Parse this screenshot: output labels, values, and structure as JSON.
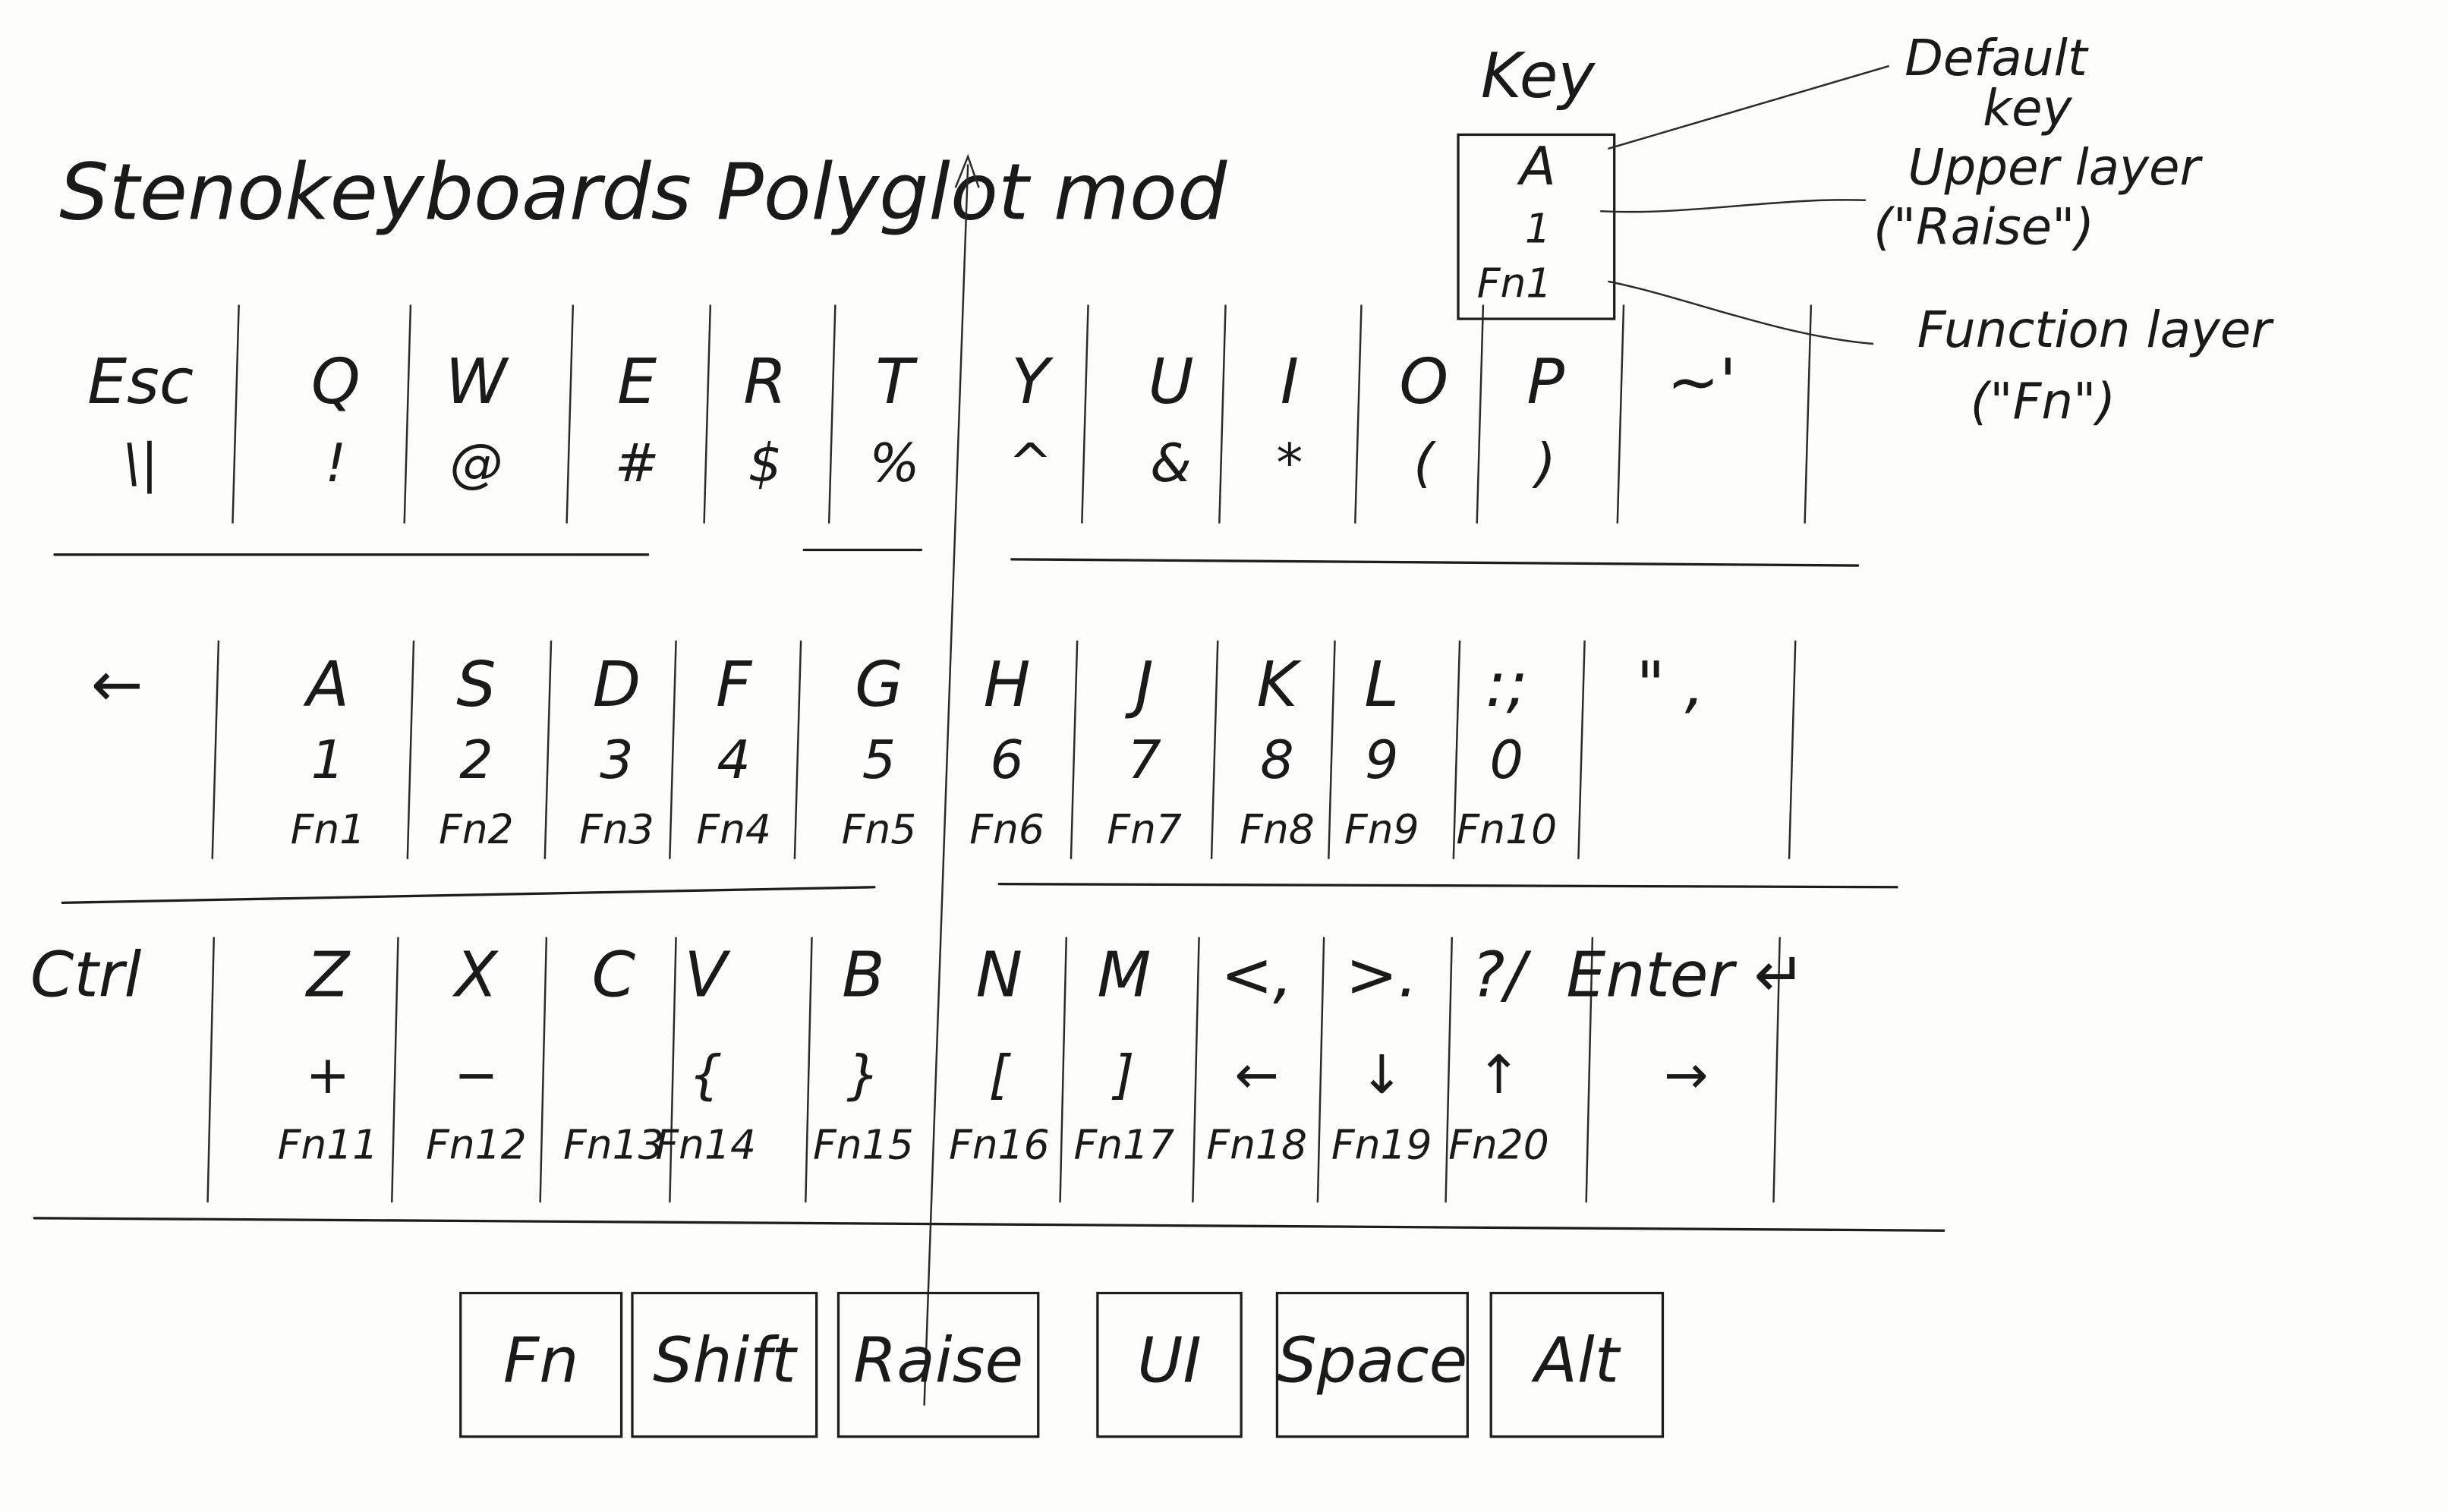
{
  "title": "Stenokeyboards Polyglot mod",
  "legend": {
    "heading": "Key",
    "sample": [
      "A",
      "1",
      "Fn1"
    ],
    "default_label": "Default",
    "default_label2": "key",
    "raise_label": "Upper layer",
    "raise_label2": "(\"Raise\")",
    "fn_label": "Function layer",
    "fn_label2": "(\"Fn\")"
  },
  "row1": [
    {
      "main": "Esc",
      "raise": "\\|"
    },
    {
      "main": "Q",
      "raise": "!"
    },
    {
      "main": "W",
      "raise": "@"
    },
    {
      "main": "E",
      "raise": "#"
    },
    {
      "main": "R",
      "raise": "$"
    },
    {
      "main": "T",
      "raise": "%"
    },
    {
      "main": "Y",
      "raise": "^"
    },
    {
      "main": "U",
      "raise": "&"
    },
    {
      "main": "I",
      "raise": "*"
    },
    {
      "main": "O",
      "raise": "("
    },
    {
      "main": "P",
      "raise": ")"
    },
    {
      "main": "~'",
      "raise": ""
    }
  ],
  "row2": [
    {
      "main": "←",
      "raise": "",
      "fn": ""
    },
    {
      "main": "A",
      "raise": "1",
      "fn": "Fn1"
    },
    {
      "main": "S",
      "raise": "2",
      "fn": "Fn2"
    },
    {
      "main": "D",
      "raise": "3",
      "fn": "Fn3"
    },
    {
      "main": "F",
      "raise": "4",
      "fn": "Fn4"
    },
    {
      "main": "G",
      "raise": "5",
      "fn": "Fn5"
    },
    {
      "main": "H",
      "raise": "6",
      "fn": "Fn6"
    },
    {
      "main": "J",
      "raise": "7",
      "fn": "Fn7"
    },
    {
      "main": "K",
      "raise": "8",
      "fn": "Fn8"
    },
    {
      "main": "L",
      "raise": "9",
      "fn": "Fn9"
    },
    {
      "main": ":;",
      "raise": "0",
      "fn": "Fn10"
    },
    {
      "main": "\" ,",
      "raise": "",
      "fn": ""
    }
  ],
  "row3": [
    {
      "main": "Ctrl",
      "raise": "",
      "fn": ""
    },
    {
      "main": "Z",
      "raise": "+",
      "fn": "Fn11"
    },
    {
      "main": "X",
      "raise": "−",
      "fn": "Fn12"
    },
    {
      "main": "C",
      "raise": "",
      "fn": "Fn13"
    },
    {
      "main": "V",
      "raise": "{",
      "fn": "Fn14"
    },
    {
      "main": "B",
      "raise": "}",
      "fn": "Fn15"
    },
    {
      "main": "N",
      "raise": "[",
      "fn": "Fn16"
    },
    {
      "main": "M",
      "raise": "]",
      "fn": "Fn17"
    },
    {
      "main": "<,",
      "raise": "←",
      "fn": "Fn18"
    },
    {
      "main": ">.",
      "raise": "↓",
      "fn": "Fn19"
    },
    {
      "main": "?/",
      "raise": "↑",
      "fn": "Fn20"
    },
    {
      "main": "Enter ↵",
      "raise": "→",
      "fn": ""
    }
  ],
  "thumbs": [
    "Fn",
    "Shift",
    "Raise",
    "UI",
    "Space",
    "Alt"
  ]
}
